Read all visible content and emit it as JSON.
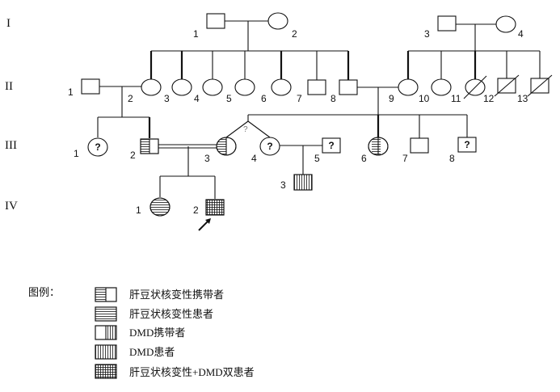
{
  "generations": [
    "I",
    "II",
    "III",
    "IV"
  ],
  "individual_numbers": {
    "I": [
      "1",
      "2",
      "3",
      "4"
    ],
    "II": [
      "1",
      "2",
      "3",
      "4",
      "5",
      "6",
      "7",
      "8",
      "9",
      "10",
      "11",
      "12",
      "13"
    ],
    "III": [
      "1",
      "2",
      "3",
      "4",
      "5",
      "6",
      "7",
      "8"
    ],
    "IV": [
      "1",
      "2"
    ],
    "III_extra": [
      "3"
    ]
  },
  "unknown_mark": "?",
  "twin_question_mark": "?",
  "legend": {
    "title": "图例：",
    "items": [
      {
        "label": "肝豆状核变性携带者",
        "pattern": "hl-half"
      },
      {
        "label": "肝豆状核变性患者",
        "pattern": "hl"
      },
      {
        "label": "DMD携带者",
        "pattern": "vl-half"
      },
      {
        "label": "DMD患者",
        "pattern": "vl"
      },
      {
        "label": "肝豆状核变性+DMD双患者",
        "pattern": "grid"
      }
    ]
  }
}
